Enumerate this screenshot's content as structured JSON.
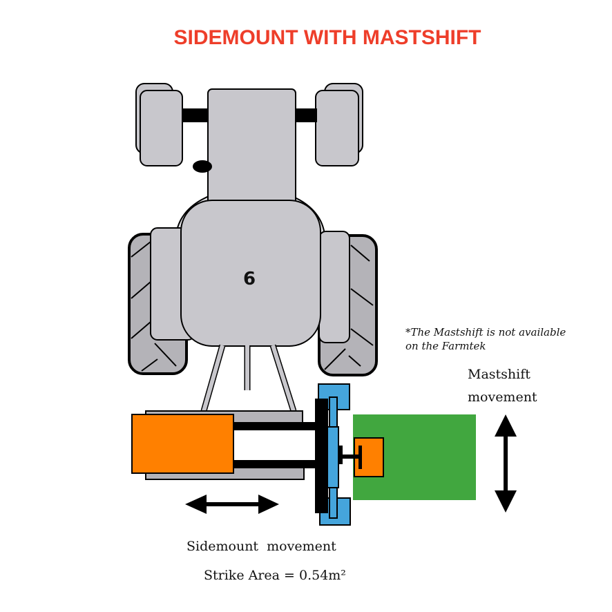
{
  "title": "SIDEMOUNT WITH MASTSHIFT",
  "tractor_number": "6",
  "note": {
    "line1": "*The Mastshift is not available",
    "line2": "on the Farmtek"
  },
  "mastshift_label": {
    "line1": "Mastshift",
    "line2": "movement"
  },
  "sidemount_label": "Sidemount  movement",
  "strike_area": "Strike Area = 0.54m²",
  "colors": {
    "title": "#ee3e2a",
    "tractor": "#c8c7cc",
    "tire": "#b4b3b8",
    "mower": "#ff8000",
    "mast": "#45a5dc",
    "strike_area": "#41a73f"
  }
}
